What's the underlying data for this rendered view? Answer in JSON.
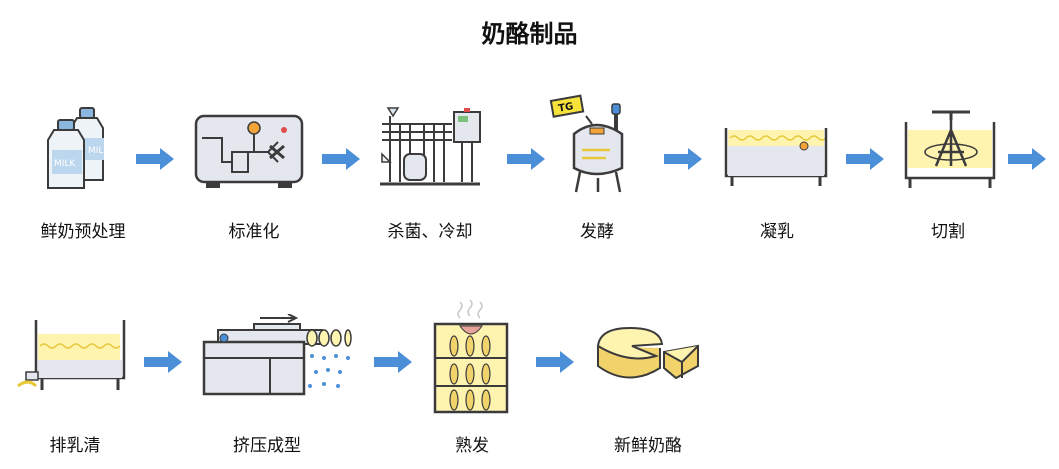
{
  "title": "奶酪制品",
  "steps": [
    {
      "label": "鲜奶预处理",
      "icon": "milk-bottles-icon"
    },
    {
      "label": "标准化",
      "icon": "standardization-machine-icon"
    },
    {
      "label": "杀菌、冷却",
      "icon": "pasteurizer-icon"
    },
    {
      "label": "发酵",
      "icon": "fermentation-tank-icon"
    },
    {
      "label": "凝乳",
      "icon": "curd-vat-icon"
    },
    {
      "label": "切割",
      "icon": "cutting-vat-icon"
    },
    {
      "label": "排乳清",
      "icon": "whey-drain-vat-icon"
    },
    {
      "label": "挤压成型",
      "icon": "press-machine-icon"
    },
    {
      "label": "熟发",
      "icon": "ripening-cabinet-icon"
    },
    {
      "label": "新鲜奶酪",
      "icon": "cheese-wheel-icon"
    }
  ],
  "milk_text": "MILK",
  "tg_text": "TG",
  "colors": {
    "arrow": "#4b8fd8",
    "milk": "#fff3b0",
    "outline": "#3b3b3b",
    "machine": "#e4e8ee"
  }
}
